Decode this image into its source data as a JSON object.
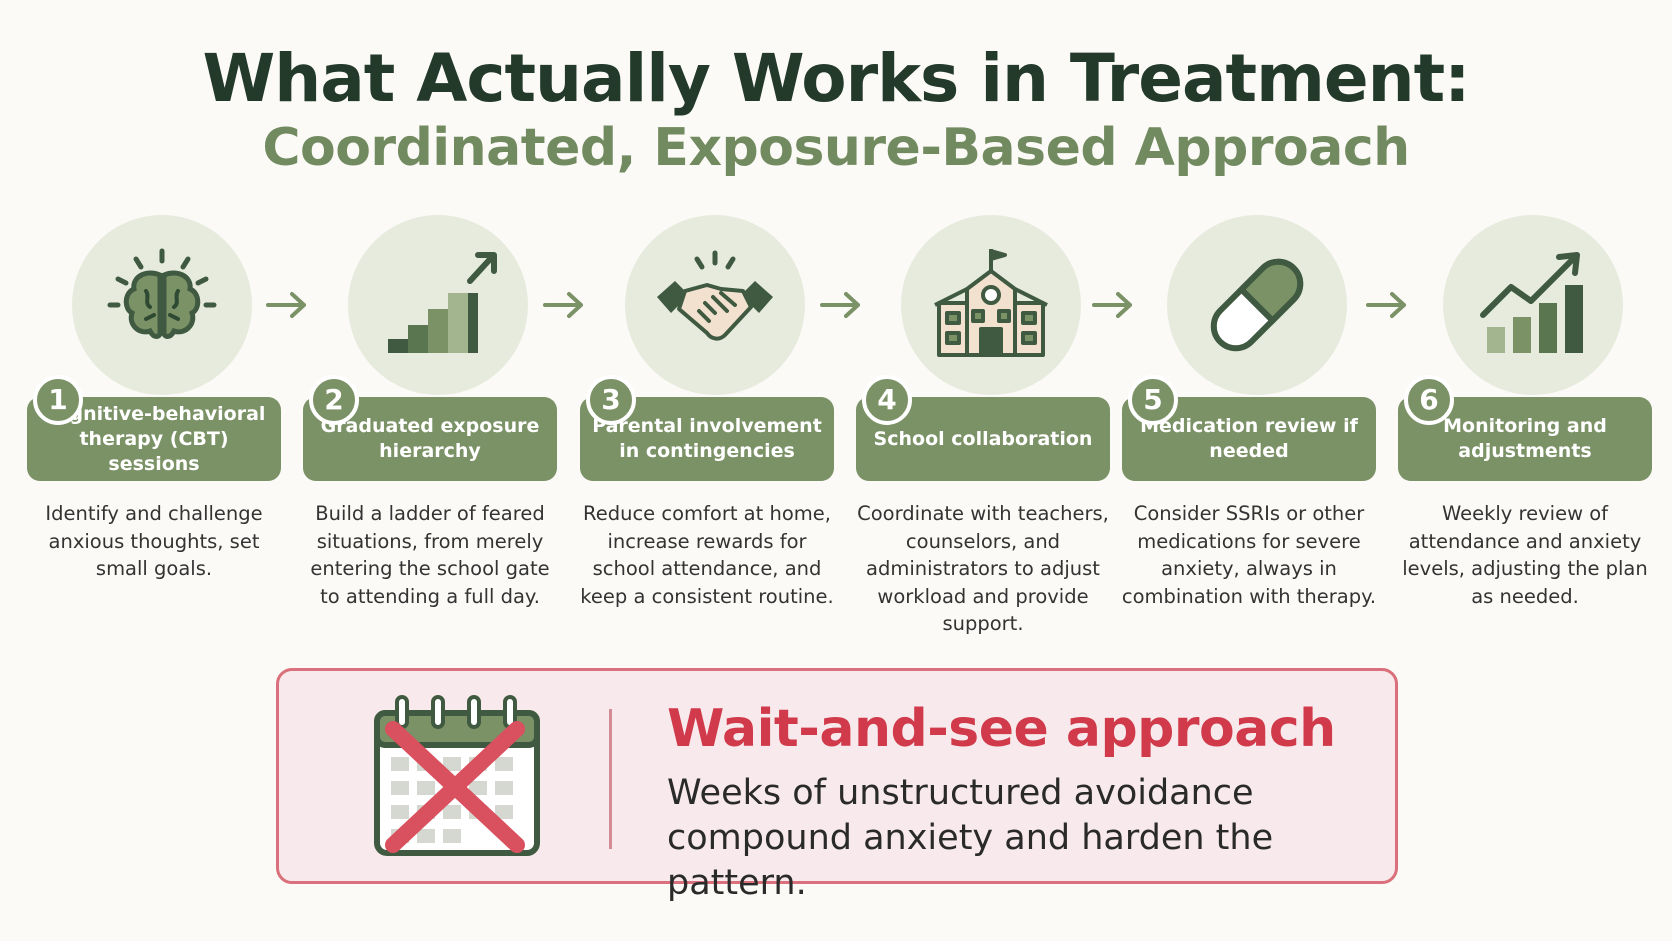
{
  "header": {
    "title": "What Actually Works in Treatment:",
    "subtitle": "Coordinated, Exposure-Based Approach"
  },
  "colors": {
    "dark_green": "#23392a",
    "sage": "#7b9166",
    "light_sage": "#e6ebdd",
    "warning_red": "#d03a4a",
    "warning_bg": "#f8eaec"
  },
  "steps": [
    {
      "number": "1",
      "title": "Cognitive-behavioral therapy (CBT) sessions",
      "description": "Identify and challenge anxious thoughts, set small goals.",
      "icon": "brain-icon"
    },
    {
      "number": "2",
      "title": "Graduated exposure hierarchy",
      "description": "Build a ladder of feared situations, from merely entering the school gate to attending a full day.",
      "icon": "stairs-arrow-icon"
    },
    {
      "number": "3",
      "title": "Parental involvement in contingencies",
      "description": "Reduce comfort at home, increase rewards for school attendance, and keep a consistent routine.",
      "icon": "handshake-icon"
    },
    {
      "number": "4",
      "title": "School collaboration",
      "description": "Coordinate with teachers, counselors, and administrators to adjust workload and provide support.",
      "icon": "school-building-icon"
    },
    {
      "number": "5",
      "title": "Medication review if needed",
      "description": "Consider SSRIs or other medications for severe anxiety, always in combination with therapy.",
      "icon": "pill-icon"
    },
    {
      "number": "6",
      "title": "Monitoring and adjustments",
      "description": "Weekly review of attendance and anxiety levels, adjusting the plan as needed.",
      "icon": "growth-chart-icon"
    }
  ],
  "warning": {
    "title": "Wait-and-see approach",
    "text": "Weeks of unstructured avoidance compound anxiety and harden the pattern.",
    "icon": "crossed-calendar-icon"
  }
}
